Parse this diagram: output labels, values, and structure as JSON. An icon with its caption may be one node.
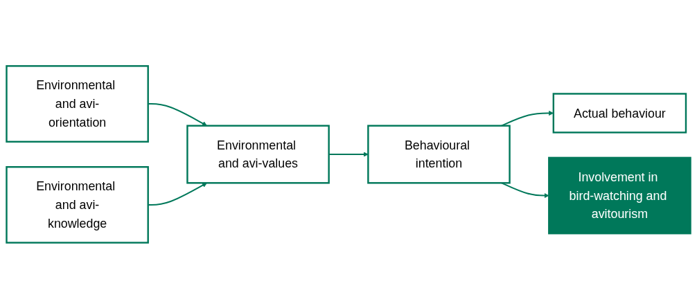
{
  "diagram": {
    "nodes": [
      {
        "text": [
          "Environmental and avi-orientation"
        ]
      },
      {
        "text": [
          "Environmental and avi-values"
        ]
      },
      {
        "text": [
          "Behavioural intention"
        ]
      },
      {
        "text": [
          "Actual behaviour"
        ]
      },
      {
        "text": [
          "Involvement in bird-watching and avitourism"
        ]
      },
      {
        "text": [
          "Environmental and avi-knowledge"
        ]
      }
    ],
    "edges": [
      {
        "from": 0,
        "to": 1,
        "arrow": "to"
      },
      {
        "from": 1,
        "to": 2,
        "arrow": "to"
      },
      {
        "from": 5,
        "to": 1,
        "arrow": "to"
      },
      {
        "from": 2,
        "to": 3,
        "arrow": "to"
      },
      {
        "from": 2,
        "to": 4,
        "arrow": "to"
      }
    ]
  }
}
